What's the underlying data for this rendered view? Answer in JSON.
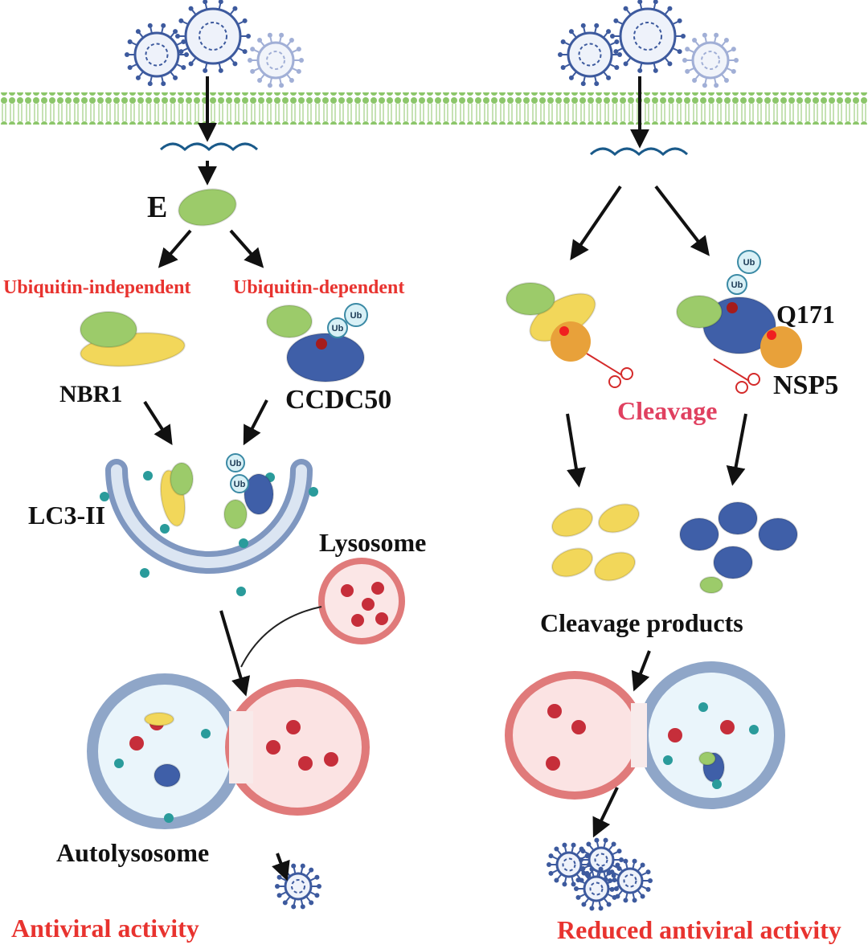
{
  "left": {
    "protein": "E",
    "pathway_independent": "Ubiquitin-independent",
    "pathway_dependent": "Ubiquitin-dependent",
    "receptor_1": "NBR1",
    "receptor_2": "CCDC50",
    "autophagosome_marker": "LC3-II",
    "lysosome": "Lysosome",
    "autolysosome": "Autolysosome",
    "outcome": "Antiviral activity",
    "ub": "Ub"
  },
  "right": {
    "site": "Q171",
    "protease": "NSP5",
    "cleavage": "Cleavage",
    "products": "Cleavage products",
    "outcome": "Reduced antiviral activity",
    "ub": "Ub"
  },
  "colors": {
    "membrane": "#8cc66a",
    "virus": "#3d5a9e",
    "accent_red": "#e8332f",
    "cleavage_pink": "#e04060",
    "nbr1_yellow": "#f2d75a",
    "ccdc50_blue": "#3f5fa8",
    "e_green": "#9ccb6a",
    "nsp5_orange": "#e8a13a",
    "lysosome": "#e07a7a",
    "autophagosome": "#a9bcd8"
  }
}
